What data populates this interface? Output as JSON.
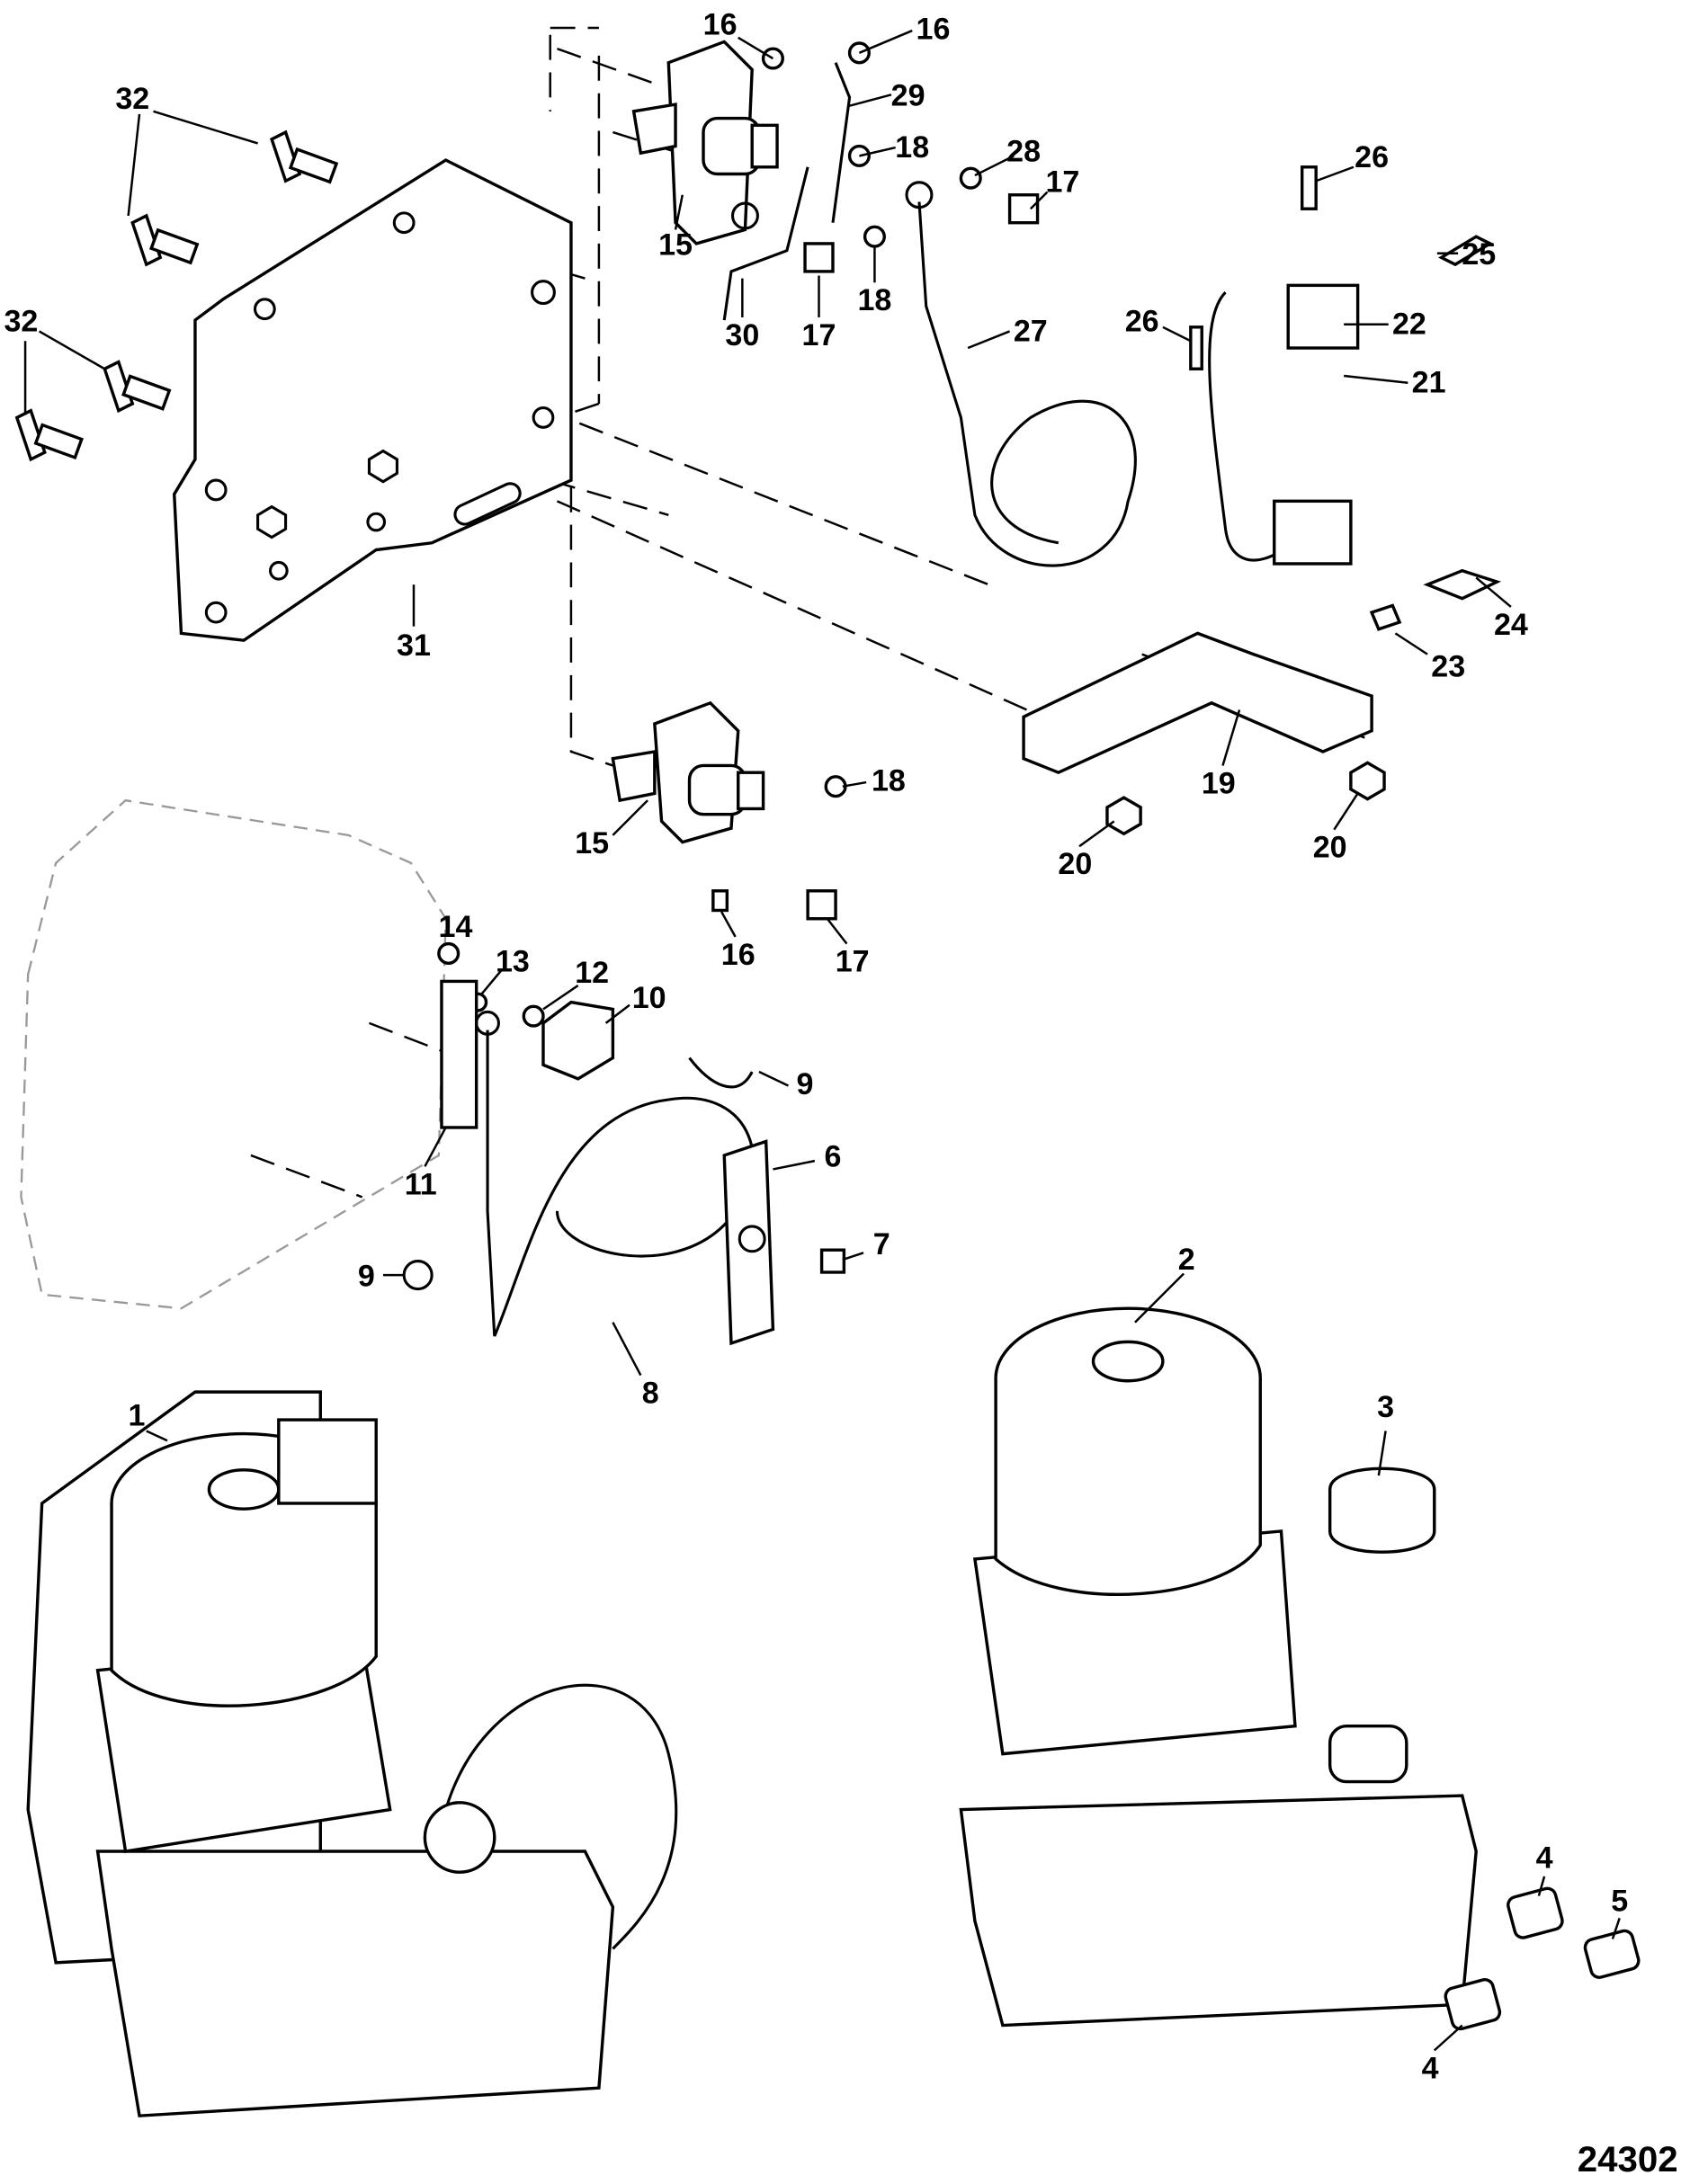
{
  "diagram": {
    "figure_number": "24302",
    "callouts": [
      "16",
      "16",
      "29",
      "18",
      "15",
      "30",
      "17",
      "18",
      "28",
      "17",
      "27",
      "32",
      "32",
      "31",
      "26",
      "25",
      "26",
      "22",
      "21",
      "24",
      "23",
      "19",
      "20",
      "20",
      "15",
      "18",
      "16",
      "17",
      "14",
      "13",
      "12",
      "10",
      "9",
      "11",
      "6",
      "7",
      "9",
      "8",
      "2",
      "1",
      "3",
      "4",
      "5",
      "4"
    ],
    "colors": {
      "line": "#000000",
      "ghost": "#999999",
      "background": "#ffffff"
    }
  }
}
